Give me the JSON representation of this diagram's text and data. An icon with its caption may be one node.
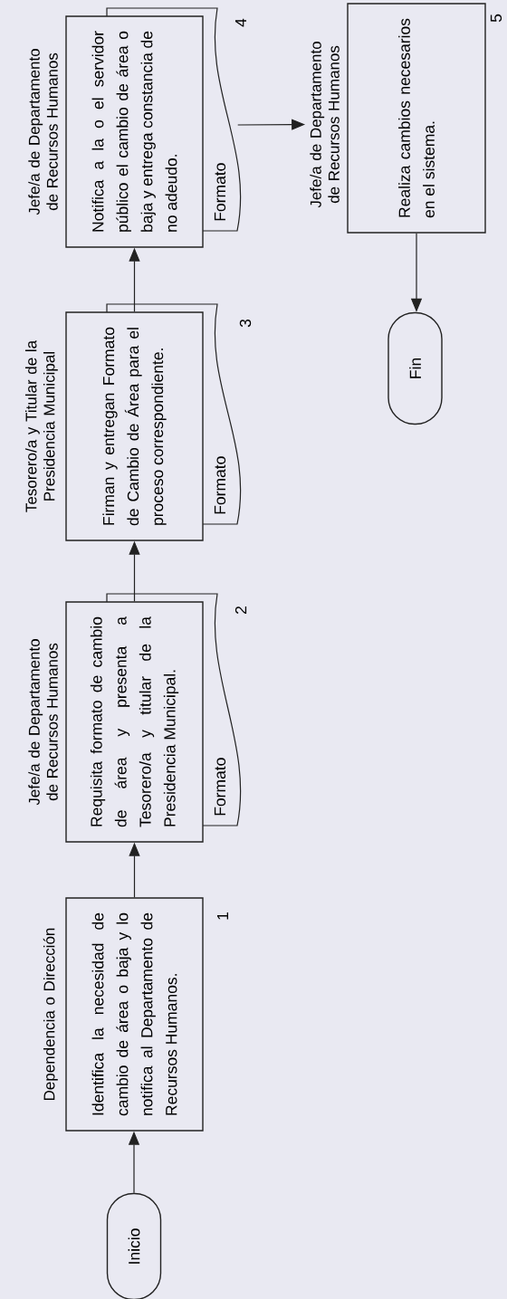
{
  "diagram": {
    "nodes": [
      {
        "text": [
          "Inicio"
        ]
      },
      {
        "text": [
          "Dependencia o Dirección",
          "Identifica la necesidad de cambio de área o baja y lo notifica al Departamento de Recursos Humanos."
        ],
        "beside": [
          "1"
        ]
      },
      {
        "text": [
          "Jefe/a de Departamento de Recursos Humanos",
          "Requisita formato de cambio de área y presenta a Tesorero/a y titular de la Presidencia Municipal.",
          "Formato"
        ],
        "beside": [
          "2"
        ]
      },
      {
        "text": [
          "Tesorero/a y Titular de la Presidencia Municipal",
          "Firman y entregan Formato de Cambio de Área para el proceso correspondiente.",
          "Formato"
        ],
        "beside": [
          "3"
        ]
      },
      {
        "text": [
          "Jefe/a de Departamento de Recursos Humanos",
          "Notifica a la o el servidor público el cambio de área o baja y entrega constancia de no adeudo.",
          "Formato"
        ],
        "beside": [
          "4"
        ]
      },
      {
        "text": [
          "Jefe/a de Departamento de Recursos Humanos",
          "Realiza cambios necesarios en el sistema."
        ],
        "beside": [
          "5"
        ]
      },
      {
        "text": [
          "Fin"
        ]
      }
    ],
    "edges": [
      {
        "from": 0,
        "to": 1,
        "arrow": "to"
      },
      {
        "from": 1,
        "to": 2,
        "arrow": "to"
      },
      {
        "from": 2,
        "to": 3,
        "arrow": "to"
      },
      {
        "from": 3,
        "to": 4,
        "arrow": "to"
      },
      {
        "from": 4,
        "to": 5,
        "arrow": "to"
      },
      {
        "from": 5,
        "to": 6,
        "arrow": "to"
      }
    ]
  }
}
